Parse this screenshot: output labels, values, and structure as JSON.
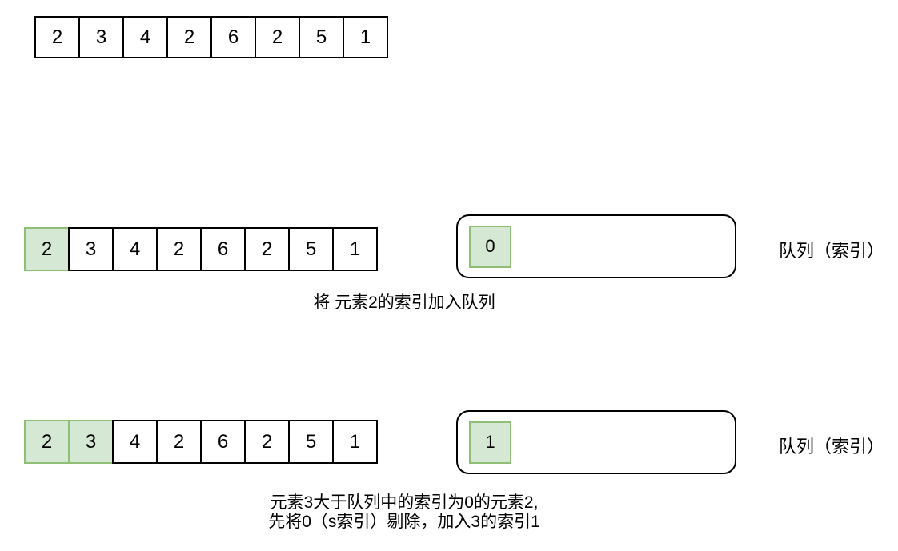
{
  "colors": {
    "background": "#ffffff",
    "cell_fill": "#ffffff",
    "cell_border": "#000000",
    "highlight_fill": "#d5e8d4",
    "highlight_border": "#8ebf74",
    "text": "#000000"
  },
  "steps": {
    "initial": {
      "array": [
        "2",
        "3",
        "4",
        "2",
        "6",
        "2",
        "5",
        "1"
      ],
      "highlighted_indices": []
    },
    "step1": {
      "array": [
        "2",
        "3",
        "4",
        "2",
        "6",
        "2",
        "5",
        "1"
      ],
      "highlighted_indices": [
        0
      ],
      "queue_items": [
        "0"
      ],
      "queue_label": "队列（索引）",
      "caption": "将 元素2的索引加入队列"
    },
    "step2": {
      "array": [
        "2",
        "3",
        "4",
        "2",
        "6",
        "2",
        "5",
        "1"
      ],
      "highlighted_indices": [
        0,
        1
      ],
      "queue_items": [
        "1"
      ],
      "queue_label": "队列（索引）",
      "caption_line1": "元素3大于队列中的索引为0的元素2,",
      "caption_line2": "先将0（s索引）剔除，加入3的索引1"
    }
  }
}
